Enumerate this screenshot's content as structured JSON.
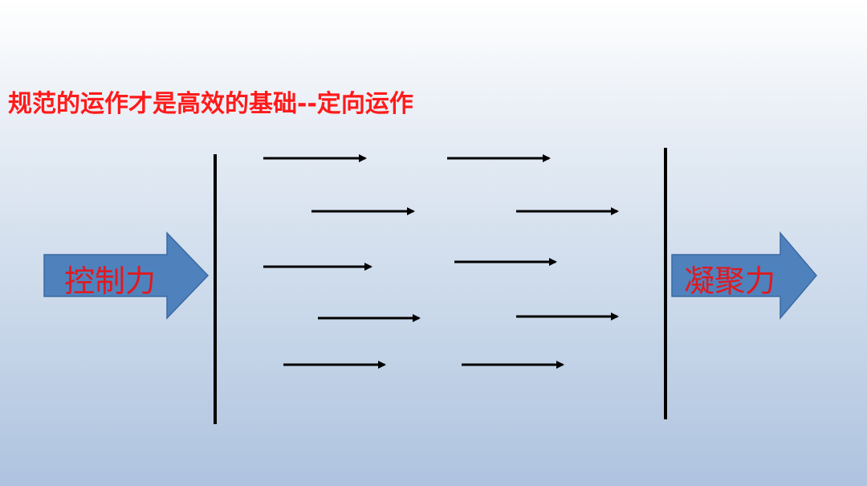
{
  "slide": {
    "title": "规范的运作才是高效的基础--定向运作"
  },
  "left_arrow": {
    "label": "控制力",
    "color": "#4f81bd"
  },
  "right_arrow": {
    "label": "凝聚力",
    "color": "#4f81bd"
  },
  "colors": {
    "title": "#ff1a1a",
    "arrow_label": "#e0191f",
    "lines": "#000000"
  }
}
